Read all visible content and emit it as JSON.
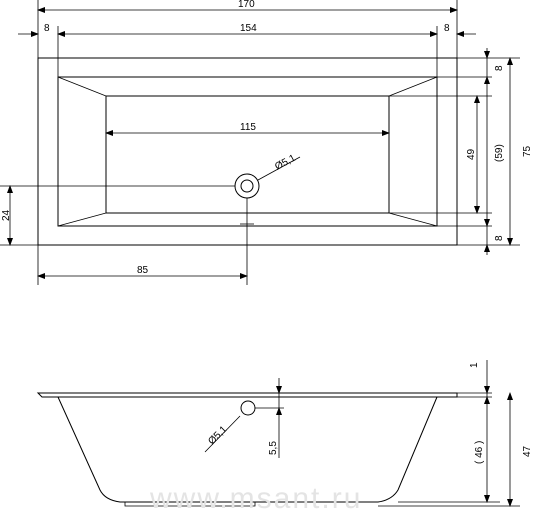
{
  "top_view": {
    "overall_width": "170",
    "left_rim": "8",
    "inner_length": "154",
    "right_rim": "8",
    "floor_length": "115",
    "drain_diameter": "Ø5,1",
    "drain_offset_y": "24",
    "drain_offset_x": "85",
    "top_rim": "8",
    "floor_width": "49",
    "inner_width": "(59)",
    "bottom_rim": "8",
    "overall_depth": "75"
  },
  "side_view": {
    "rim_thickness": "1",
    "overflow_diameter": "Ø5,1",
    "overflow_offset": "5,5",
    "inner_depth": "( 46 )",
    "overall_height": "47"
  },
  "watermark": "www.msant.ru"
}
